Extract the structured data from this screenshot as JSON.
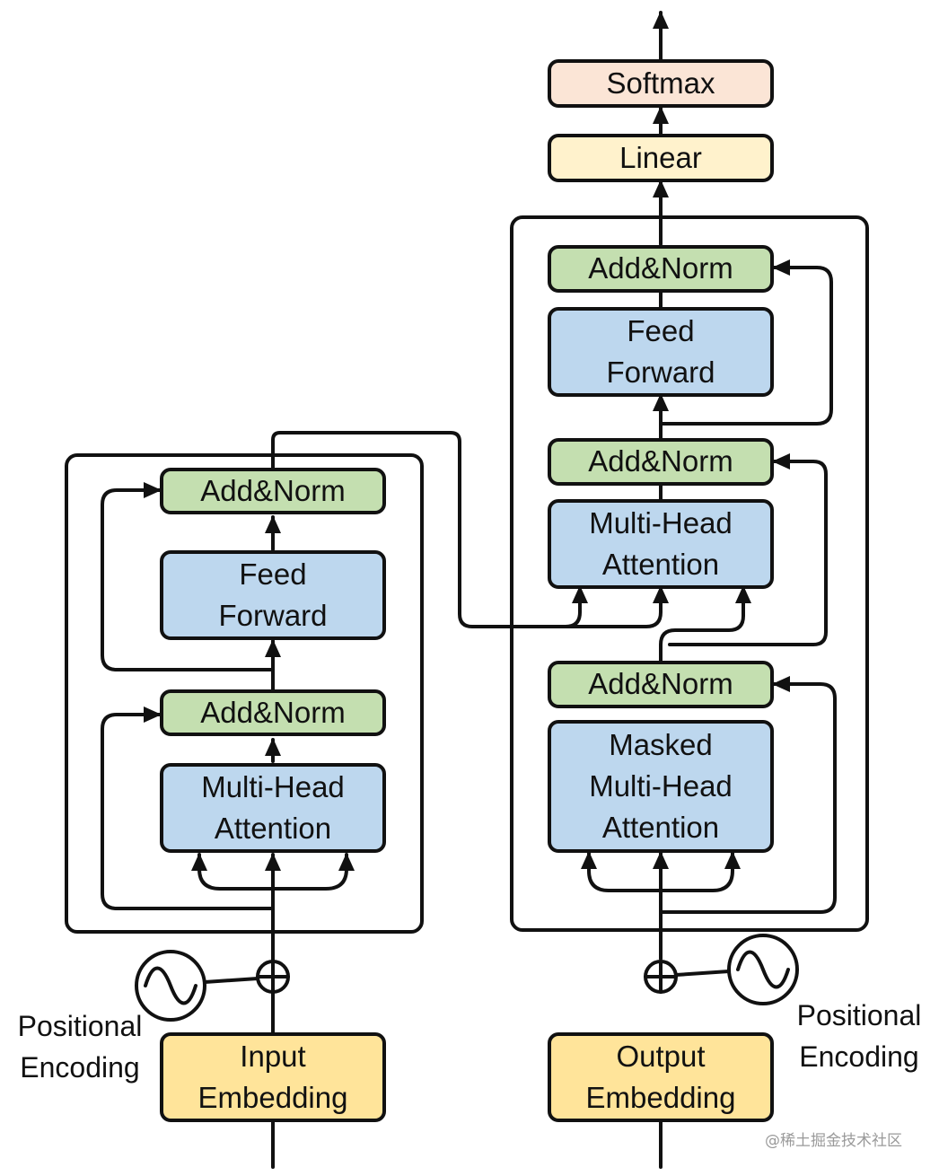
{
  "encoder": {
    "add_norm_top": "Add&Norm",
    "feed_forward": [
      "Feed",
      "Forward"
    ],
    "add_norm_bottom": "Add&Norm",
    "attention": [
      "Multi-Head",
      "Attention"
    ],
    "embedding": [
      "Input",
      "Embedding"
    ],
    "positional_encoding": [
      "Positional",
      "Encoding"
    ]
  },
  "decoder": {
    "softmax": "Softmax",
    "linear": "Linear",
    "add_norm_top": "Add&Norm",
    "feed_forward": [
      "Feed",
      "Forward"
    ],
    "add_norm_middle": "Add&Norm",
    "attention": [
      "Multi-Head",
      "Attention"
    ],
    "add_norm_bottom": "Add&Norm",
    "masked_attention": [
      "Masked",
      "Multi-Head",
      "Attention"
    ],
    "embedding": [
      "Output",
      "Embedding"
    ],
    "positional_encoding": [
      "Positional",
      "Encoding"
    ]
  },
  "watermark": "@稀土掘金技术社区",
  "colors": {
    "add_norm": "#c4dfb0",
    "attention_ff": "#bdd7ee",
    "embedding": "#ffe49a",
    "linear": "#fff2cc",
    "softmax": "#fbe5d6",
    "stroke": "#111111"
  }
}
